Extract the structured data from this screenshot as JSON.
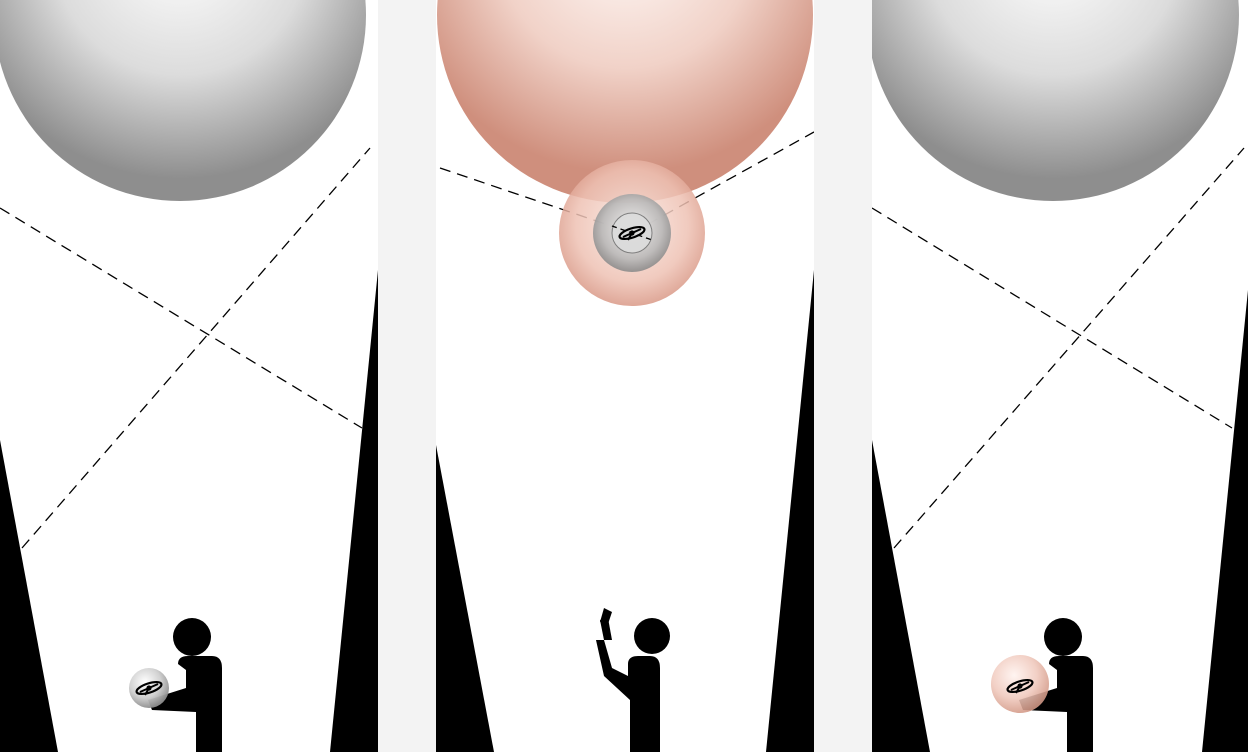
{
  "figure": {
    "panels": [
      {
        "id": "left",
        "highlight": "handheld-drone-sphere"
      },
      {
        "id": "middle",
        "highlight": "airborne-drone-sphere"
      },
      {
        "id": "right",
        "highlight": "handheld-drone-sphere"
      }
    ]
  },
  "colors": {
    "gutter": "#f3f3f3",
    "panel": "#ffffff",
    "ink": "#000000",
    "sphere_grey_light": "#ffffff",
    "sphere_grey_dark": "#8c8c8c",
    "sphere_pink_light": "#fff7f4",
    "sphere_pink_dark": "#c88470"
  },
  "icons": [
    "drone-icon",
    "person-icon",
    "wall-wedge-icon",
    "sphere-icon"
  ]
}
